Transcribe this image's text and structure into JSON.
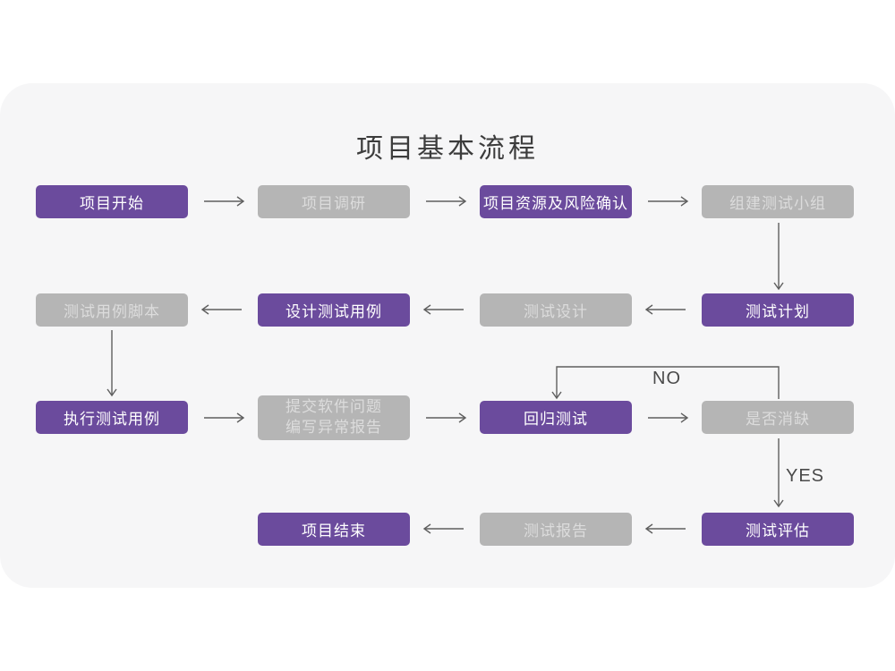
{
  "title": "项目基本流程",
  "edge_labels": {
    "no": "NO",
    "yes": "YES"
  },
  "colors": {
    "purple": "#6b4b9d",
    "purple_box_text": "#ffffff",
    "gray_box": "#b5b5b5",
    "gray_box_text": "#dcdcdc",
    "card_bg": "#f6f6f7",
    "page_bg": "#ffffff",
    "arrow": "#5f5f5f",
    "title_text": "#3c3c3c",
    "label_text": "#4a4a4a"
  },
  "nodes": {
    "start": {
      "label": "项目开始",
      "variant": "purple"
    },
    "research": {
      "label": "项目调研",
      "variant": "gray"
    },
    "resources_risk": {
      "label": "项目资源及风险确认",
      "variant": "purple"
    },
    "build_team": {
      "label": "组建测试小组",
      "variant": "gray"
    },
    "case_script": {
      "label": "测试用例脚本",
      "variant": "gray"
    },
    "design_cases": {
      "label": "设计测试用例",
      "variant": "purple"
    },
    "test_design": {
      "label": "测试设计",
      "variant": "gray"
    },
    "test_plan": {
      "label": "测试计划",
      "variant": "purple"
    },
    "execute_cases": {
      "label": "执行测试用例",
      "variant": "purple"
    },
    "report_issues": {
      "line1": "提交软件问题",
      "line2": "编写异常报告",
      "variant": "gray"
    },
    "regression": {
      "label": "回归测试",
      "variant": "purple"
    },
    "defect_check": {
      "label": "是否消缺",
      "variant": "gray"
    },
    "end": {
      "label": "项目结束",
      "variant": "purple"
    },
    "test_report": {
      "label": "测试报告",
      "variant": "gray"
    },
    "evaluation": {
      "label": "测试评估",
      "variant": "purple"
    }
  }
}
